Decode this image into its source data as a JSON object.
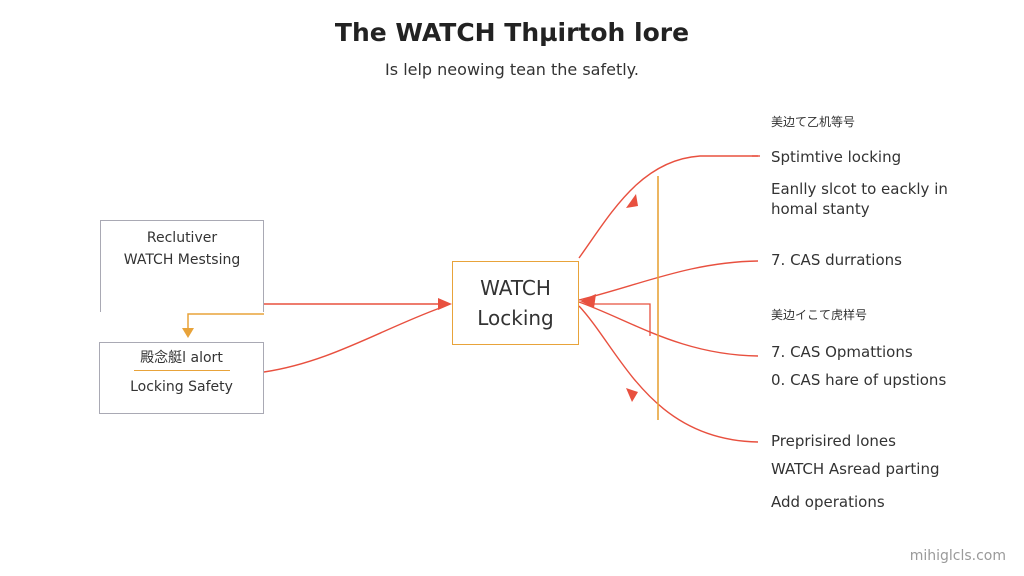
{
  "diagram": {
    "title": "The WATCH Thµirtoh lore",
    "subtitle": "Is lelp neowing tean the safetly.",
    "left_top_box": {
      "line1": "Reclutiver",
      "line2": "WATCH Mestsing"
    },
    "left_bottom_box": {
      "line1": "殿念艇l alort",
      "line2": "Locking Safety"
    },
    "center_box": {
      "line1": "WATCH",
      "line2": "Locking"
    },
    "right_labels": {
      "heading1": "美边て乙机等号",
      "item1": "Sptimtive locking",
      "item2a": "Eanlly slcot to eackly in",
      "item2b": "homal stanty",
      "item3": "7. CAS durrations",
      "heading2": "美边イこて虎样号",
      "item4": "7. CAS Opmattions",
      "item5": "0. CAS hare of upstions",
      "item6": "Preprisired lones",
      "item7": "WATCH Asread parting",
      "item8": "Add operations"
    },
    "watermark": "mihiglcls.com"
  },
  "colors": {
    "arrow_red": "#e8503f",
    "accent_orange": "#e8a33a",
    "box_border": "#a9a9b4"
  }
}
